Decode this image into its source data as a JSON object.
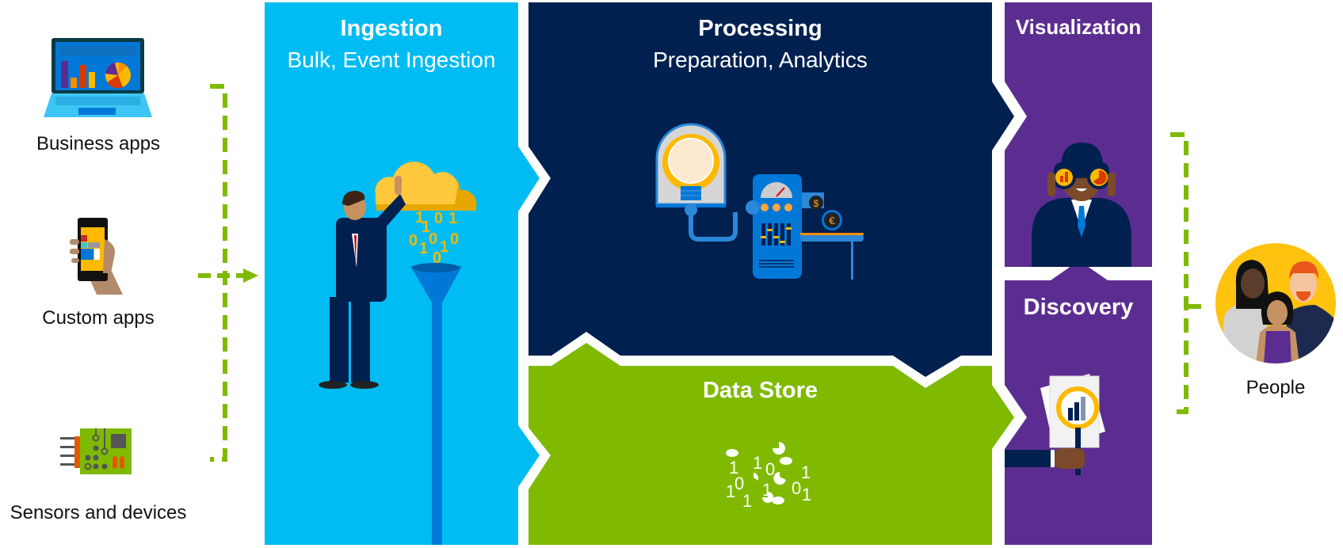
{
  "sources": [
    {
      "id": "business-apps",
      "label": "Business apps",
      "icon": "laptop-chart-icon"
    },
    {
      "id": "custom-apps",
      "label": "Custom apps",
      "icon": "phone-in-hand-icon"
    },
    {
      "id": "sensors-devices",
      "label": "Sensors and devices",
      "icon": "circuit-board-icon"
    }
  ],
  "stages": {
    "ingestion": {
      "title": "Ingestion",
      "subtitle": "Bulk, Event Ingestion",
      "icon": "person-cloud-funnel-icon",
      "color": "#00bcf2"
    },
    "processing": {
      "title": "Processing",
      "subtitle": "Preparation, Analytics",
      "icon": "lightbulb-machine-icon",
      "color": "#002050"
    },
    "data_store": {
      "title": "Data Store",
      "icon": "binary-data-elephants-icon",
      "color": "#7fba00"
    },
    "visualization": {
      "title": "Visualization",
      "icon": "person-binoculars-icon",
      "color": "#5c2d91"
    },
    "discovery": {
      "title": "Discovery",
      "icon": "magnifier-report-icon",
      "color": "#5c2d91"
    }
  },
  "consumers": {
    "label": "People",
    "icon": "people-group-icon"
  },
  "connector_color": "#7fba00",
  "ingestion_bits": [
    "1",
    "1",
    "0",
    "1",
    "0",
    "1",
    "0",
    "1",
    "0",
    "0"
  ],
  "data_store_bits": [
    "1",
    "1",
    "0",
    "1",
    "1",
    "0",
    "1",
    "1",
    "0",
    "1",
    "1"
  ]
}
